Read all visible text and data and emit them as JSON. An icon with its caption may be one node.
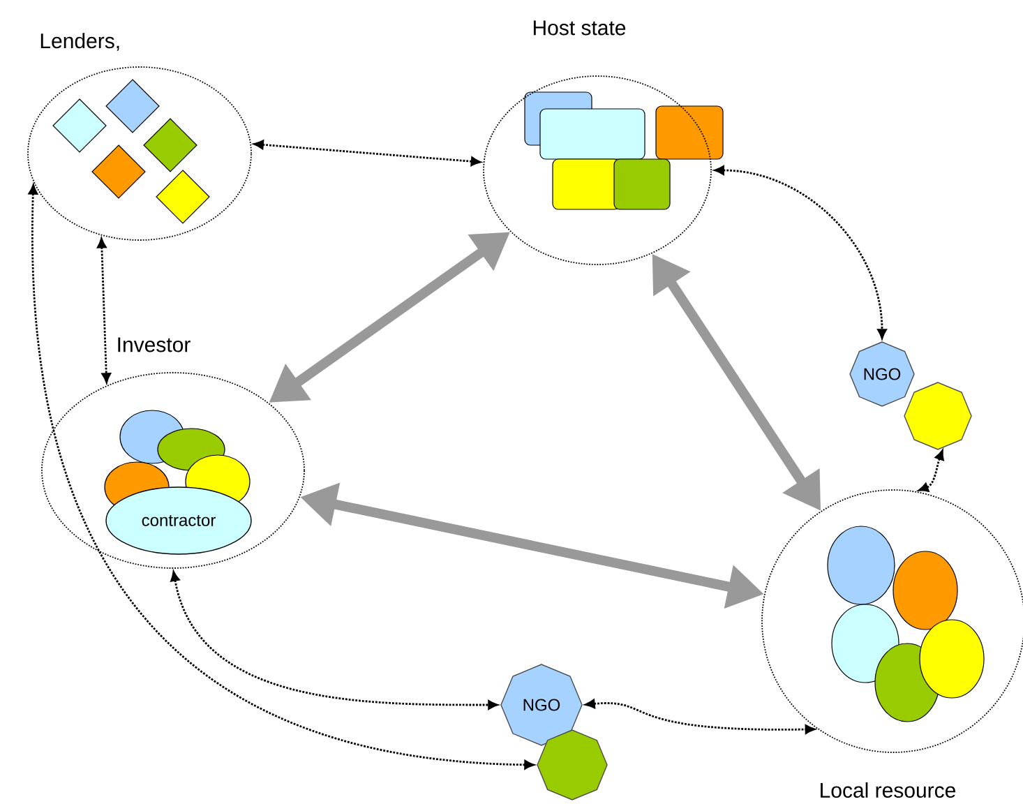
{
  "diagram": {
    "nodes": [
      {
        "text": [
          "Lenders,"
        ]
      },
      {
        "text": [
          "Host state"
        ]
      },
      {
        "text": [
          "Investor"
        ]
      },
      {
        "text": [
          "Local resource"
        ]
      },
      {
        "text": [
          "NGO"
        ]
      },
      {
        "text": [],
        "shape": "octagon"
      },
      {
        "text": [
          "NGO"
        ]
      },
      {
        "text": [],
        "shape": "octagon"
      },
      {
        "text": [
          "contractor"
        ],
        "in": 2
      }
    ],
    "edges": [
      {
        "from": 0,
        "to": 1,
        "arrow": "both",
        "style": "dashed"
      },
      {
        "from": 0,
        "to": 2,
        "arrow": "both",
        "style": "dashed"
      },
      {
        "from": 1,
        "to": 4,
        "arrow": "both",
        "style": "dashed"
      },
      {
        "from": 5,
        "to": 3,
        "arrow": "both",
        "style": "dashed"
      },
      {
        "from": 2,
        "to": 1,
        "arrow": "both",
        "style": "thick",
        "color": "#999999"
      },
      {
        "from": 1,
        "to": 3,
        "arrow": "both",
        "style": "thick",
        "color": "#999999"
      },
      {
        "from": 2,
        "to": 3,
        "arrow": "both",
        "style": "thick",
        "color": "#999999"
      },
      {
        "from": 2,
        "to": 6,
        "arrow": "both",
        "style": "dashed"
      },
      {
        "from": 6,
        "to": 3,
        "arrow": "both",
        "style": "dashed"
      },
      {
        "from": 0,
        "to": 7,
        "arrow": "both",
        "style": "dashed"
      }
    ]
  }
}
